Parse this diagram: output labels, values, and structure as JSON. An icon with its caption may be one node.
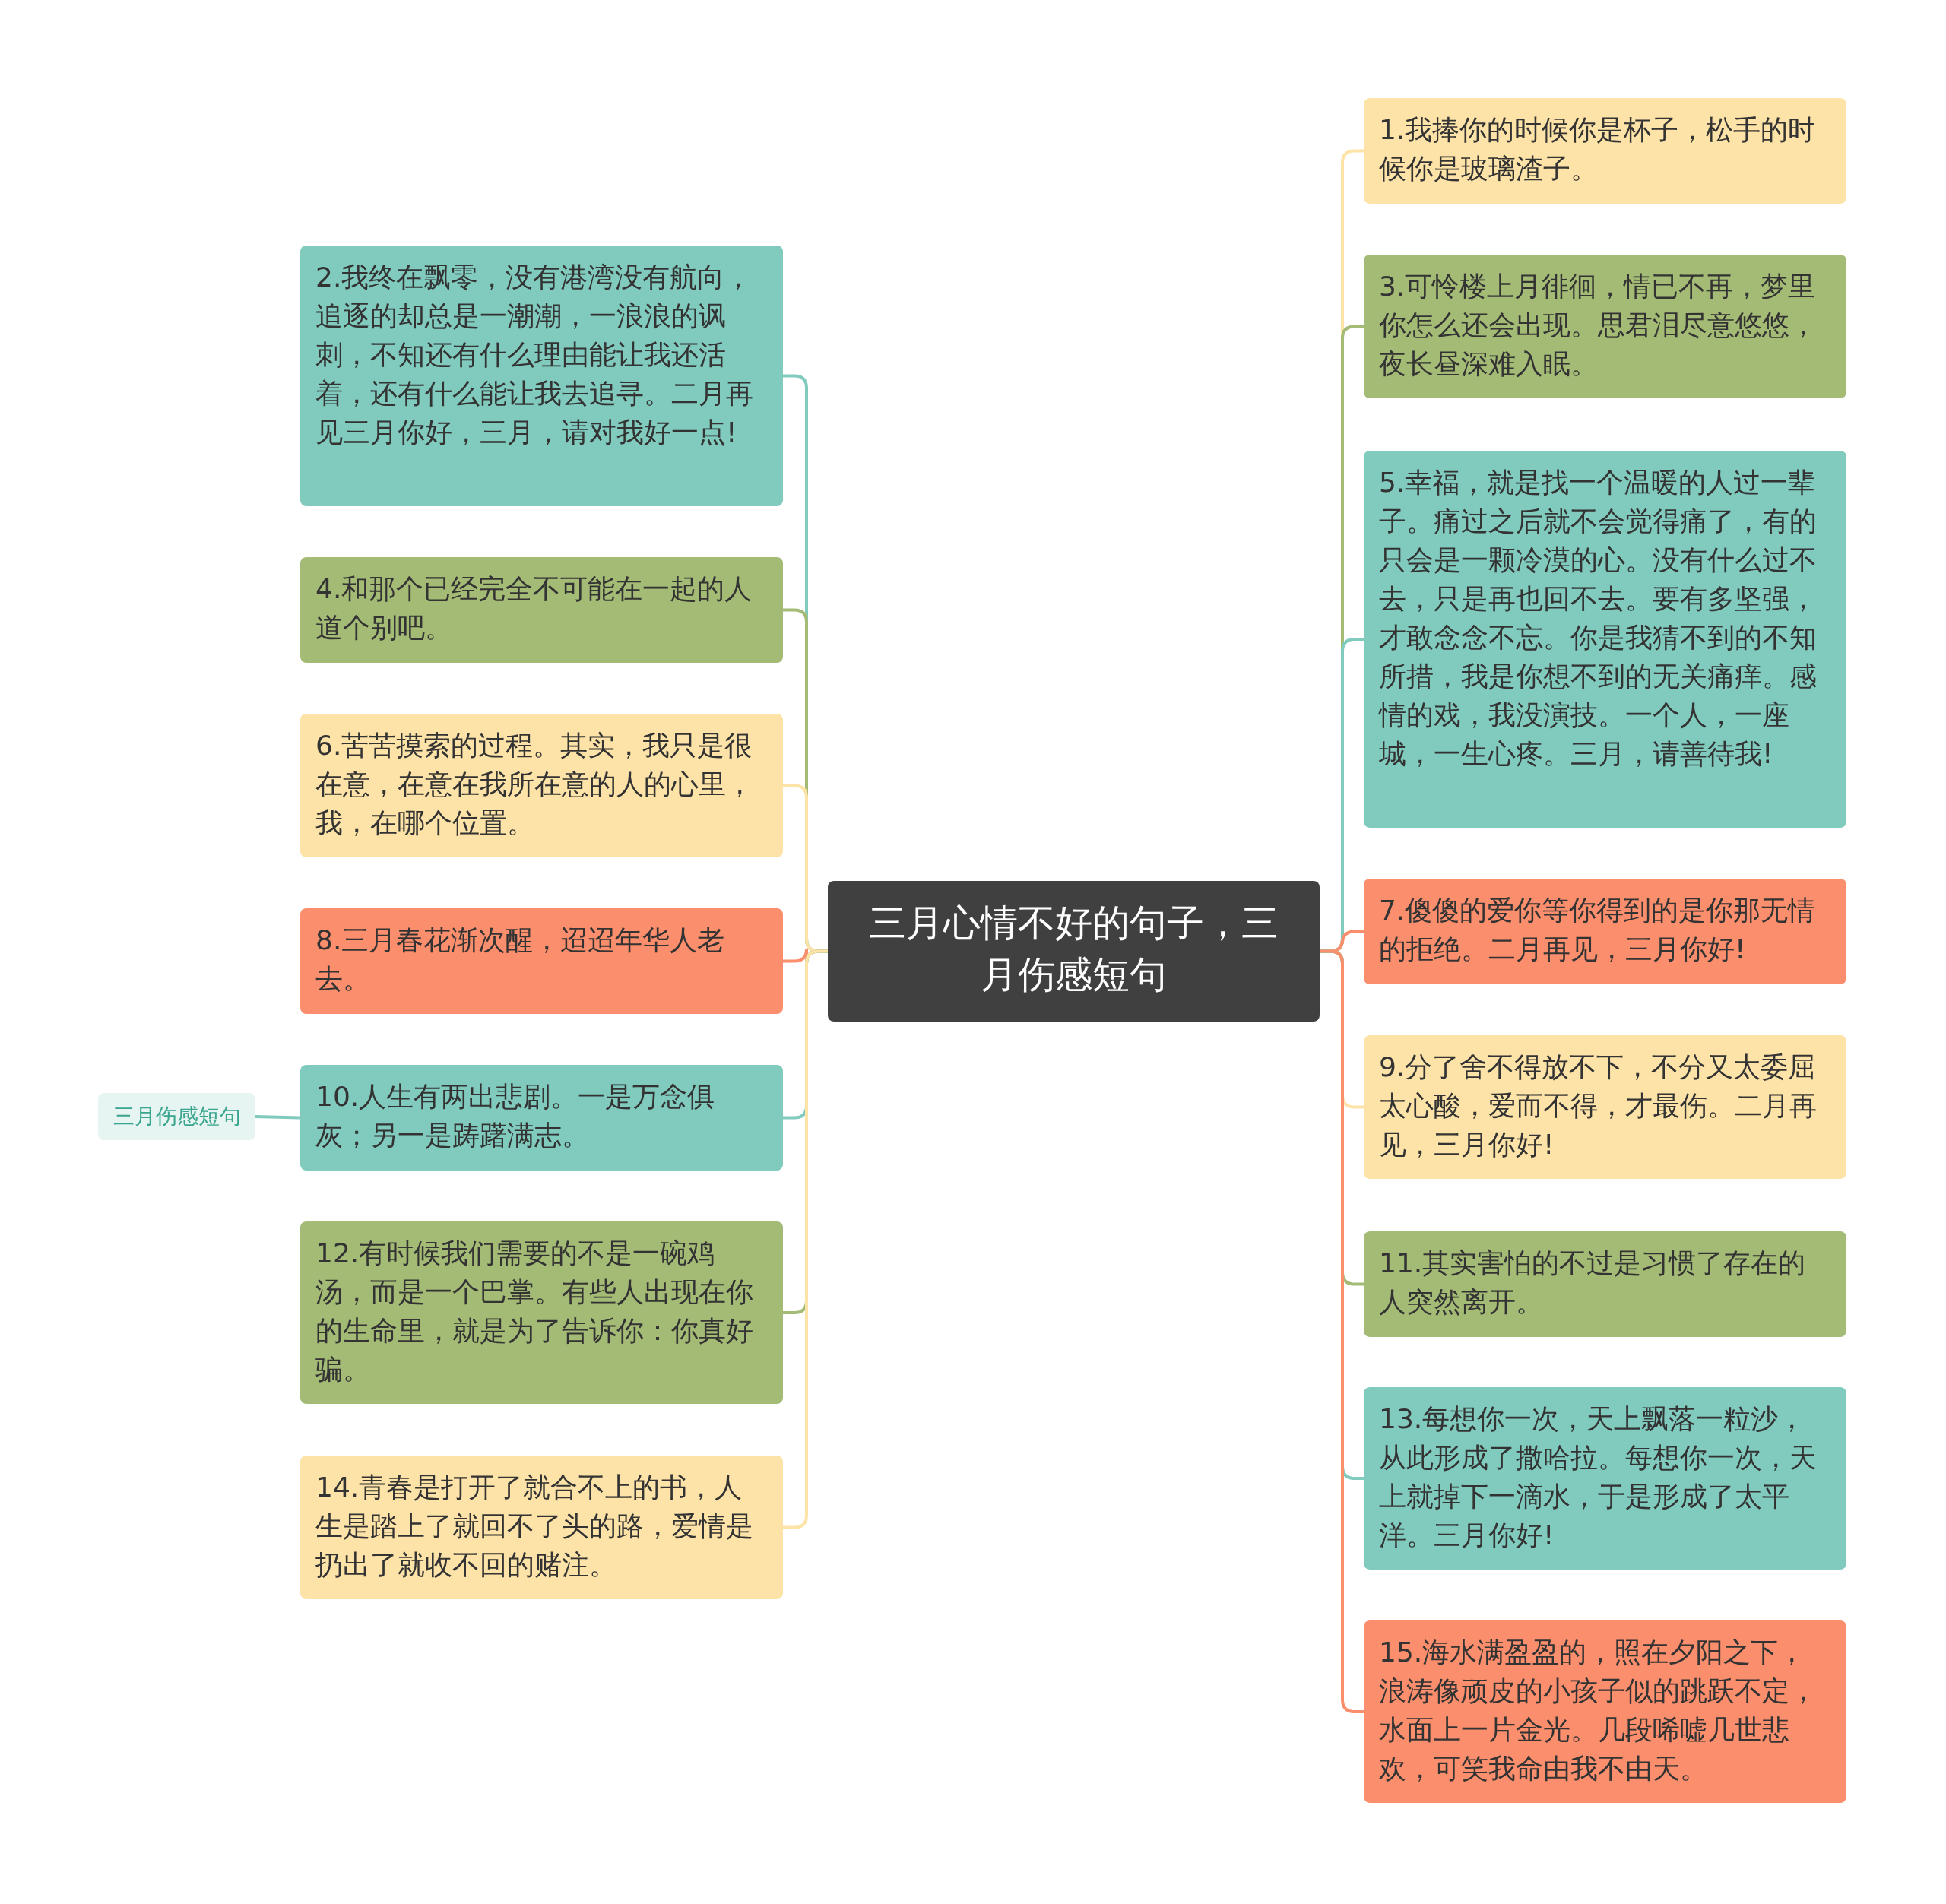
{
  "diagram": {
    "nodes": [
      {
        "text": [
          "三月心情不好的句子，三月伤感短句"
        ]
      },
      {
        "text": [
          "1.我捧你的时候你是杯子，松手的时候你是玻璃渣子。"
        ]
      },
      {
        "text": [
          "2.我终在飘零，没有港湾没有航向，追逐的却总是一潮潮，一浪浪的讽刺，不知还有什么理由能让我还活着，还有什么能让我去追寻。二月再见三月你好，三月，请对我好一点!"
        ]
      },
      {
        "text": [
          "3.可怜楼上月徘徊，情已不再，梦里你怎么还会出现。思君泪尽意悠悠，夜长昼深难入眠。"
        ]
      },
      {
        "text": [
          "4.和那个已经完全不可能在一起的人道个别吧。"
        ]
      },
      {
        "text": [
          "5.幸福，就是找一个温暖的人过一辈子。痛过之后就不会觉得痛了，有的只会是一颗冷漠的心。没有什么过不去，只是再也回不去。要有多坚强，才敢念念不忘。你是我猜不到的不知所措，我是你想不到的无关痛痒。感情的戏，我没演技。一个人，一座城，一生心疼。三月，请善待我!"
        ]
      },
      {
        "text": [
          "6.苦苦摸索的过程。其实，我只是很在意，在意在我所在意的人的心里，我，在哪个位置。"
        ]
      },
      {
        "text": [
          "7.傻傻的爱你等你得到的是你那无情的拒绝。二月再见，三月你好!"
        ]
      },
      {
        "text": [
          "8.三月春花渐次醒，迢迢年华人老去。"
        ]
      },
      {
        "text": [
          "9.分了舍不得放不下，不分又太委屈太心酸，爱而不得，才最伤。二月再见，三月你好!"
        ]
      },
      {
        "text": [
          "10.人生有两出悲剧。一是万念俱灰；另一是踌躇满志。"
        ]
      },
      {
        "text": [
          "11.其实害怕的不过是习惯了存在的人突然离开。"
        ]
      },
      {
        "text": [
          "12.有时候我们需要的不是一碗鸡汤，而是一个巴掌。有些人出现在你的生命里，就是为了告诉你：你真好骗。"
        ]
      },
      {
        "text": [
          "13.每想你一次，天上飘落一粒沙，从此形成了撒哈拉。每想你一次，天上就掉下一滴水，于是形成了太平洋。三月你好!"
        ]
      },
      {
        "text": [
          "14.青春是打开了就合不上的书，人生是踏上了就回不了头的路，爱情是扔出了就收不回的赌注。"
        ]
      },
      {
        "text": [
          "15.海水满盈盈的，照在夕阳之下，浪涛像顽皮的小孩子似的跳跃不定，水面上一片金光。几段唏嘘几世悲欢，可笑我命由我不由天。"
        ]
      },
      {
        "text": [
          "三月伤感短句"
        ]
      }
    ],
    "edges": [
      {
        "from": 0,
        "to": 1,
        "arrow": "none",
        "color": "#fde3a7"
      },
      {
        "from": 0,
        "to": 2,
        "arrow": "none",
        "color": "#80cbbe"
      },
      {
        "from": 0,
        "to": 3,
        "arrow": "none",
        "color": "#a4bb76"
      },
      {
        "from": 0,
        "to": 4,
        "arrow": "none",
        "color": "#a4bb76"
      },
      {
        "from": 0,
        "to": 5,
        "arrow": "none",
        "color": "#80cbbe"
      },
      {
        "from": 0,
        "to": 6,
        "arrow": "none",
        "color": "#fde3a7"
      },
      {
        "from": 0,
        "to": 7,
        "arrow": "none",
        "color": "#fb8e6c"
      },
      {
        "from": 0,
        "to": 8,
        "arrow": "none",
        "color": "#fb8e6c"
      },
      {
        "from": 0,
        "to": 9,
        "arrow": "none",
        "color": "#fde3a7"
      },
      {
        "from": 0,
        "to": 10,
        "arrow": "none",
        "color": "#80cbbe"
      },
      {
        "from": 0,
        "to": 11,
        "arrow": "none",
        "color": "#a4bb76"
      },
      {
        "from": 0,
        "to": 12,
        "arrow": "none",
        "color": "#a4bb76"
      },
      {
        "from": 0,
        "to": 13,
        "arrow": "none",
        "color": "#80cbbe"
      },
      {
        "from": 0,
        "to": 14,
        "arrow": "none",
        "color": "#fde3a7"
      },
      {
        "from": 0,
        "to": 15,
        "arrow": "none",
        "color": "#fb8e6c"
      },
      {
        "from": 10,
        "to": 16,
        "arrow": "none",
        "color": "#80cbbe"
      }
    ]
  }
}
